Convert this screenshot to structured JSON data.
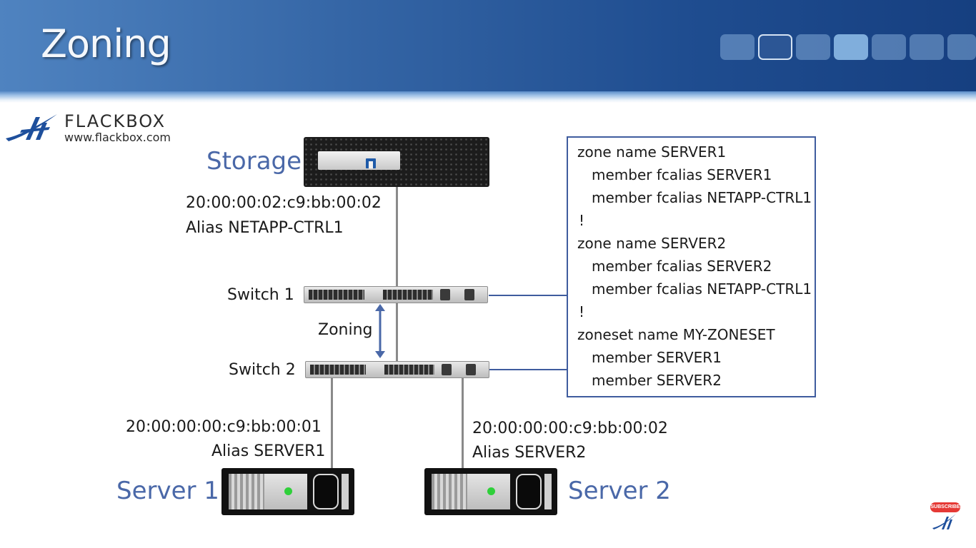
{
  "slide": {
    "title": "Zoning"
  },
  "logo": {
    "name": "FLACKBOX",
    "url": "www.flackbox.com"
  },
  "diagram": {
    "storage_label": "Storage",
    "storage_wwn": "20:00:00:02:c9:bb:00:02",
    "storage_alias": "Alias NETAPP-CTRL1",
    "switch1_label": "Switch 1",
    "switch2_label": "Switch 2",
    "zoning_label": "Zoning",
    "server1_wwn": "20:00:00:00:c9:bb:00:01",
    "server1_alias": "Alias SERVER1",
    "server1_label": "Server 1",
    "server2_wwn": "20:00:00:00:c9:bb:00:02",
    "server2_alias": "Alias SERVER2",
    "server2_label": "Server 2"
  },
  "config": {
    "lines": [
      "zone name SERVER1",
      "member fcalias SERVER1",
      "member fcalias NETAPP-CTRL1",
      "!",
      "zone name SERVER2",
      "member fcalias SERVER2",
      "member fcalias NETAPP-CTRL1",
      "!",
      "zoneset name MY-ZONESET",
      "member SERVER1",
      "member SERVER2"
    ]
  },
  "badge": {
    "subscribe": "SUBSCRIBE"
  },
  "colors": {
    "header": "#1f4d90",
    "accent": "#4a68a8",
    "line": "#3f5c9e",
    "arrow": "#4a68a8"
  }
}
